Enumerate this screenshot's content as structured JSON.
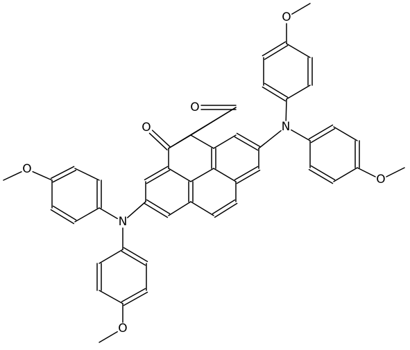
{
  "figure": {
    "type": "skeletal-structure",
    "stroke_color": "#000000",
    "background_color": "#ffffff"
  },
  "atom_labels": {
    "oxygen": "O",
    "nitrogen": "N"
  }
}
